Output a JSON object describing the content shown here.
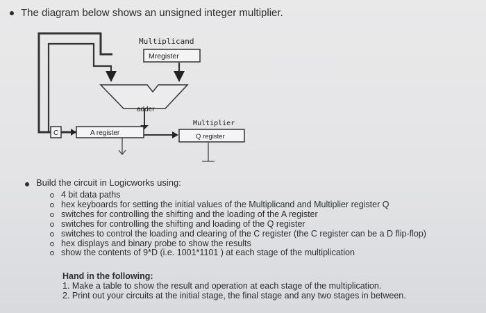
{
  "intro": "The diagram below shows an unsigned integer multiplier.",
  "diagram": {
    "multiplicand_title": "Multiplicand",
    "m_register": "Mregister",
    "adder": "adder",
    "multiplier_title": "Multiplier",
    "q_register": "Q register",
    "a_register": "A register",
    "c_register": "C"
  },
  "build": {
    "heading": "Build the circuit in Logicworks using:",
    "items": [
      "4 bit data paths",
      "hex keyboards for setting the initial values of the Multiplicand and Multiplier register Q",
      "switches for controlling the shifting and the loading of the A register",
      "switches for controlling the shifting and loading of the Q register",
      "switches to control the loading and clearing of the C register (the C register can be a D flip-flop)",
      "hex displays and binary probe to show the results",
      "show the contents of 9*D (i.e. 1001*1101 ) at each stage of the multiplication"
    ]
  },
  "hand_in": {
    "title": "Hand in the following:",
    "items": [
      "1. Make a table to show the result and operation at each stage of the multiplication.",
      "2. Print out your circuits at the initial stage, the final stage and any two stages in between."
    ]
  }
}
